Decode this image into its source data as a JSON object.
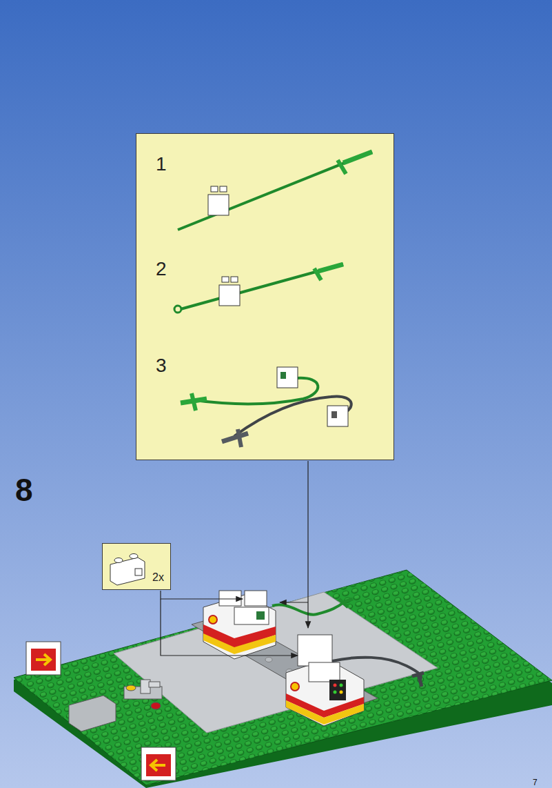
{
  "diagram": {
    "nodes": [
      {
        "text": [
          "1",
          "2",
          "3"
        ]
      },
      {
        "text": [
          "2x"
        ]
      }
    ],
    "labels": [
      "8",
      "7"
    ]
  }
}
